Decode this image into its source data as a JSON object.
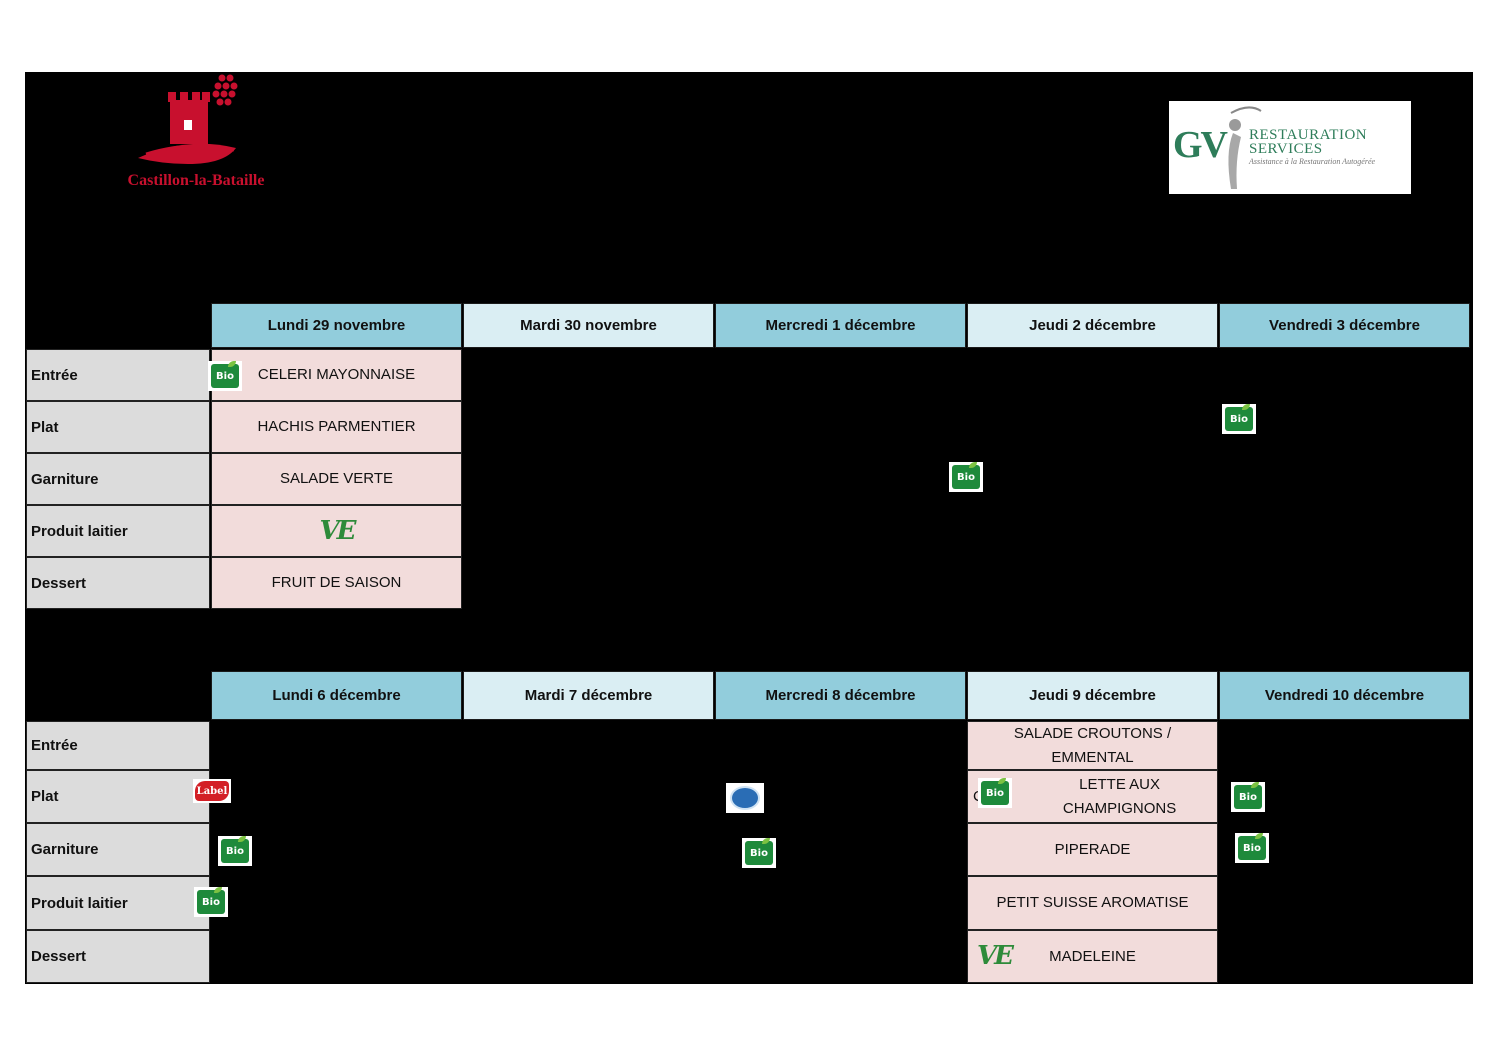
{
  "logos": {
    "castillon_text": "Castillon-la-Bataille",
    "gv_initials": "GV",
    "gv_line1": "RESTAURATION",
    "gv_line2": "SERVICES",
    "gv_tagline": "Assistance à la Restauration Autogérée"
  },
  "badges": {
    "bio": "Bio",
    "ve": "VE",
    "label_rouge": "Label"
  },
  "row_labels": [
    "Entrée",
    "Plat",
    "Garniture",
    "Produit laitier",
    "Dessert"
  ],
  "week1": {
    "days": [
      "Lundi 29 novembre",
      "Mardi 30 novembre",
      "Mercredi 1 décembre",
      "Jeudi 2 décembre",
      "Vendredi 3 décembre"
    ],
    "monday": {
      "entree": "CELERI MAYONNAISE",
      "plat": "HACHIS PARMENTIER",
      "garniture": "SALADE VERTE",
      "dessert": "FRUIT DE SAISON"
    }
  },
  "week2": {
    "days": [
      "Lundi 6 décembre",
      "Mardi 7 décembre",
      "Mercredi 8 décembre",
      "Jeudi 9 décembre",
      "Vendredi 10 décembre"
    ],
    "thursday": {
      "entree": "SALADE CROUTONS / EMMENTAL",
      "plat_visible": "C",
      "plat_visible_end": "LETTE AUX CHAMPIGNONS",
      "garniture": "PIPERADE",
      "produit_laitier": "PETIT SUISSE AROMATISE",
      "dessert": "MADELEINE"
    }
  },
  "colors": {
    "background": "#000000",
    "header_dark": "#92cddc",
    "header_light": "#daeef3",
    "row_label_bg": "#dcdcdc",
    "cell_pink": "#f2dcdb",
    "castillon_red": "#c8102e",
    "bio_green": "#1e8a3b"
  }
}
